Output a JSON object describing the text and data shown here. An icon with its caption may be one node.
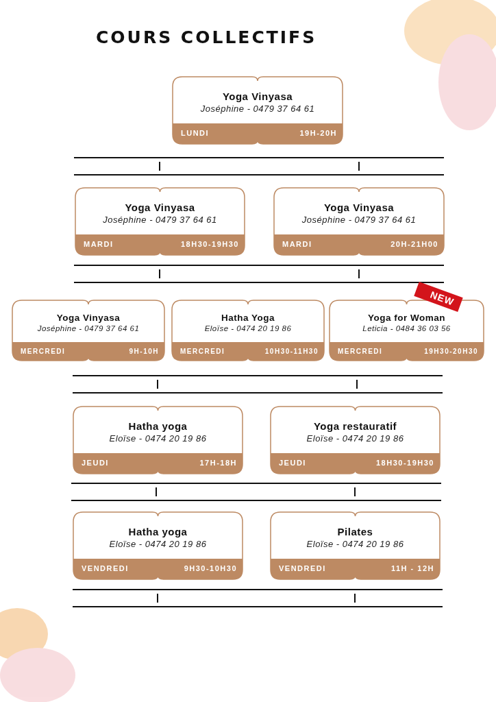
{
  "diagram": {
    "title": "COURS COLLECTIFS",
    "nodes": [
      {
        "text": [
          "Yoga Vinyasa",
          "Joséphine - 0479 37 64 61",
          "LUNDI",
          "19H-20H"
        ]
      },
      {
        "text": [
          "Yoga Vinyasa",
          "Joséphine - 0479 37 64 61",
          "MARDI",
          "18H30-19H30"
        ]
      },
      {
        "text": [
          "Yoga Vinyasa",
          "Joséphine - 0479 37 64 61",
          "MARDI",
          "20H-21H00"
        ]
      },
      {
        "text": [
          "Yoga Vinyasa",
          "Joséphine - 0479 37 64 61",
          "MERCREDI",
          "9H-10H"
        ]
      },
      {
        "text": [
          "Hatha Yoga",
          "Eloïse - 0474 20 19 86",
          "MERCREDI",
          "10H30-11H30"
        ]
      },
      {
        "text": [
          "Yoga for Woman",
          "Leticia - 0484 36 03 56",
          "MERCREDI",
          "19H30-20H30"
        ],
        "beside": [
          "NEW"
        ]
      },
      {
        "text": [
          "Hatha yoga",
          "Eloïse - 0474 20 19 86",
          "JEUDI",
          "17H-18H"
        ]
      },
      {
        "text": [
          "Yoga restauratif",
          "Eloïse - 0474 20 19 86",
          "JEUDI",
          "18H30-19H30"
        ]
      },
      {
        "text": [
          "Hatha yoga",
          "Eloïse - 0474 20 19 86",
          "VENDREDI",
          "9H30-10H30"
        ]
      },
      {
        "text": [
          "Pilates",
          "Eloïse - 0474 20 19 86",
          "VENDREDI",
          "11H - 12H"
        ]
      }
    ],
    "edges": []
  }
}
